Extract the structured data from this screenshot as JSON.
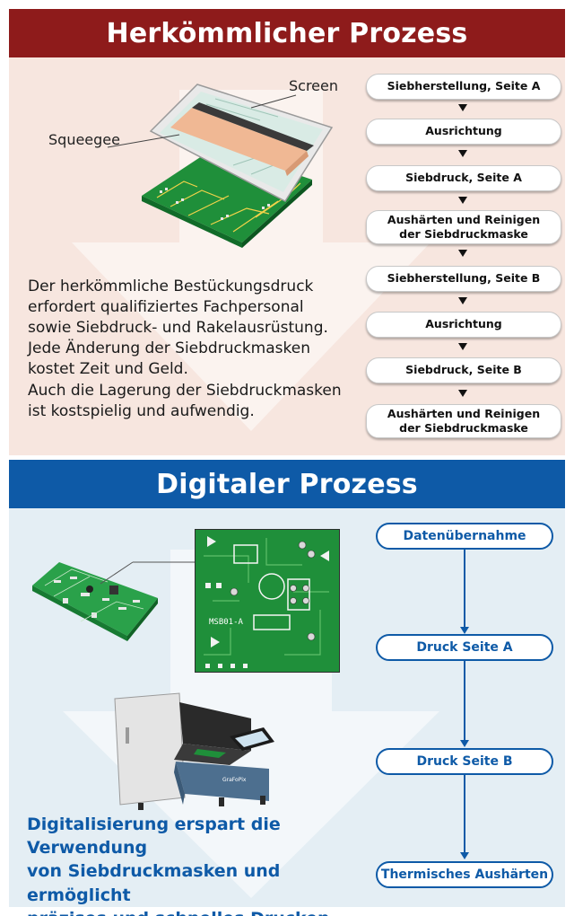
{
  "conventional": {
    "title": "Herkömmlicher Prozess",
    "illustration": {
      "screen_label": "Screen",
      "squeegee_label": "Squeegee"
    },
    "description": [
      "Der herkömmliche Bestückungsdruck",
      "erfordert qualifiziertes Fachpersonal",
      "sowie Siebdruck- und Rakelausrüstung.",
      "Jede Änderung der Siebdruckmasken",
      "kostet Zeit und Geld.",
      "Auch die Lagerung der Siebdruckmasken",
      "ist kostspielig und aufwendig."
    ],
    "steps": [
      {
        "line1": "Siebherstellung, Seite A",
        "line2": ""
      },
      {
        "line1": "Ausrichtung",
        "line2": ""
      },
      {
        "line1": "Siebdruck, Seite A",
        "line2": ""
      },
      {
        "line1": "Aushärten und Reinigen",
        "line2": "der Siebdruckmaske"
      },
      {
        "line1": "Siebherstellung, Seite B",
        "line2": ""
      },
      {
        "line1": "Ausrichtung",
        "line2": ""
      },
      {
        "line1": "Siebdruck, Seite B",
        "line2": ""
      },
      {
        "line1": "Aushärten und Reinigen",
        "line2": "der Siebdruckmaske"
      }
    ]
  },
  "digital": {
    "title": "Digitaler Prozess",
    "illustration": {
      "silkscreen_code": "MSB01-A",
      "printer_brand": "GraFoPix"
    },
    "description": [
      "Digitalisierung erspart die Verwendung",
      "von Siebdruckmasken und ermöglicht",
      "präzises und schnelles Drucken."
    ],
    "steps": [
      "Datenübernahme",
      "Druck Seite A",
      "Druck Seite B",
      "Thermisches Aushärten"
    ]
  },
  "colors": {
    "conventional_banner": "#8e1b1b",
    "conventional_bg": "#f7e6df",
    "digital_banner": "#0e5aa7",
    "digital_bg": "#e4eef4",
    "pcb_green": "#1f8f3a",
    "accent_text_blue": "#0e5aa7"
  }
}
